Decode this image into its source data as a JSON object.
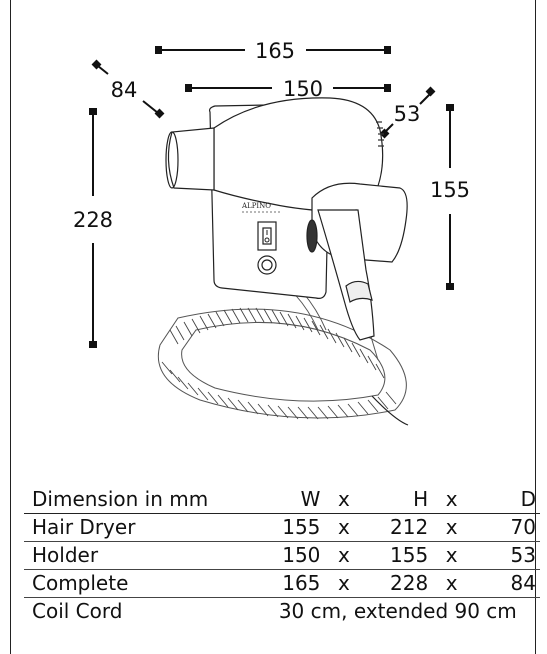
{
  "dimensions_drawing": {
    "width_complete": "165",
    "width_holder": "150",
    "depth_complete": "84",
    "depth_holder": "53",
    "height_complete": "228",
    "height_holder": "155",
    "brand": "ALPINO"
  },
  "table": {
    "header": {
      "label": "Dimension in mm",
      "w": "W",
      "sep": "x",
      "h": "H",
      "d": "D"
    },
    "rows": [
      {
        "name": "Hair Dryer",
        "w": "155",
        "h": "212",
        "d": "70"
      },
      {
        "name": "Holder",
        "w": "150",
        "h": "155",
        "d": "53"
      },
      {
        "name": "Complete",
        "w": "165",
        "h": "228",
        "d": "84"
      }
    ],
    "cord": {
      "name": "Coil Cord",
      "value": "30 cm, extended 90 cm"
    }
  }
}
